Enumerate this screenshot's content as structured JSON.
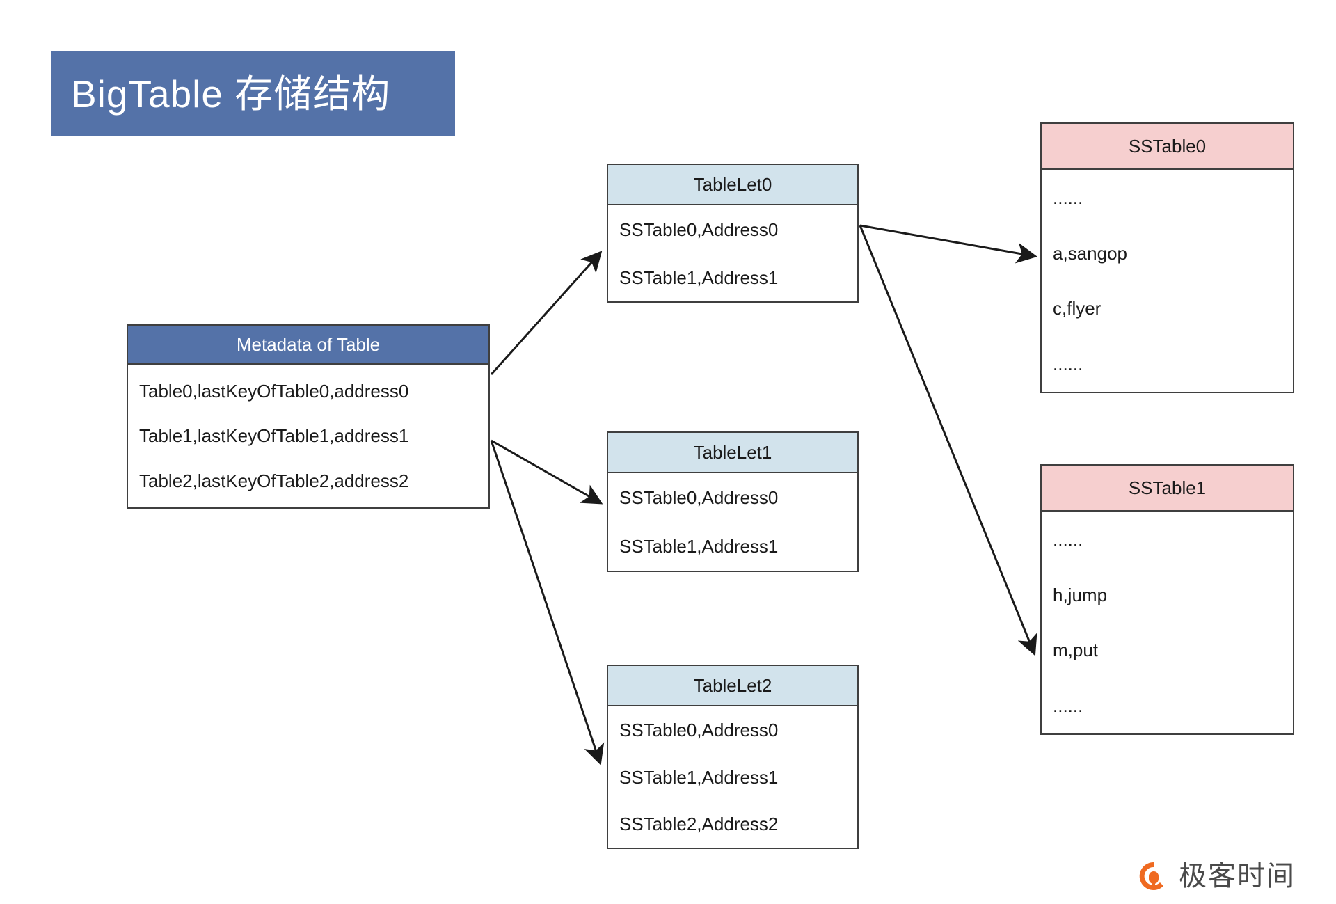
{
  "title": {
    "text": "BigTable 存储结构"
  },
  "nodes": {
    "metadata": {
      "header": "Metadata of Table",
      "rows": [
        "Table0,lastKeyOfTable0,address0",
        "Table1,lastKeyOfTable1,address1",
        "Table2,lastKeyOfTable2,address2"
      ]
    },
    "tablelet0": {
      "header": "TableLet0",
      "rows": [
        "SSTable0,Address0",
        "SSTable1,Address1"
      ]
    },
    "tablelet1": {
      "header": "TableLet1",
      "rows": [
        "SSTable0,Address0",
        "SSTable1,Address1"
      ]
    },
    "tablelet2": {
      "header": "TableLet2",
      "rows": [
        "SSTable0,Address0",
        "SSTable1,Address1",
        "SSTable2,Address2"
      ]
    },
    "sstable0": {
      "header": "SSTable0",
      "rows": [
        "......",
        "a,sangop",
        "c,flyer",
        "......"
      ]
    },
    "sstable1": {
      "header": "SSTable1",
      "rows": [
        "......",
        "h,jump",
        "m,put",
        "......"
      ]
    }
  },
  "brand": {
    "text": "极客时间",
    "mark": "geekbang-logo-icon"
  },
  "colors": {
    "title_bar": "#5472a8",
    "metadata_header": "#5472a8",
    "tablelet_header": "#d2e3ec",
    "sstable_header": "#f6cfcf",
    "border": "#3f3f3f",
    "arrow": "#1a1a1a",
    "brand_orange": "#ef6a21",
    "background": "#ffffff"
  },
  "arrows": [
    {
      "name": "metadata-to-tablelet0",
      "from": "metadata",
      "to": "tablelet0"
    },
    {
      "name": "metadata-to-tablelet1",
      "from": "metadata",
      "to": "tablelet1"
    },
    {
      "name": "metadata-to-tablelet2",
      "from": "metadata",
      "to": "tablelet2"
    },
    {
      "name": "tablelet0-to-sstable0",
      "from": "tablelet0",
      "to": "sstable0"
    },
    {
      "name": "tablelet0-to-sstable1",
      "from": "tablelet0",
      "to": "sstable1"
    }
  ]
}
